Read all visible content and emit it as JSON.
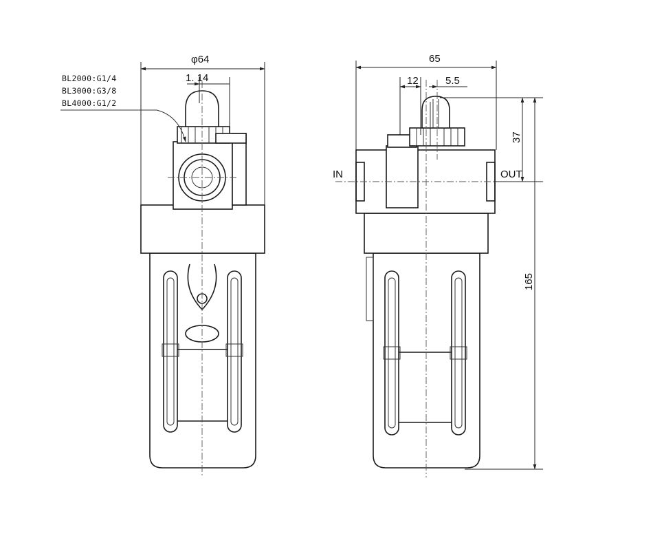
{
  "front_view": {
    "diameter_label": "φ64",
    "offset_label": "1. 14",
    "port_sizes": [
      "BL2000:G1/4",
      "BL3000:G3/8",
      "BL4000:G1/2"
    ]
  },
  "side_view": {
    "width_label": "65",
    "offset_left_label": "12",
    "offset_right_label": "5.5",
    "top_height_label": "37",
    "total_height_label": "165",
    "inlet_label": "IN",
    "outlet_label": "OUT"
  }
}
